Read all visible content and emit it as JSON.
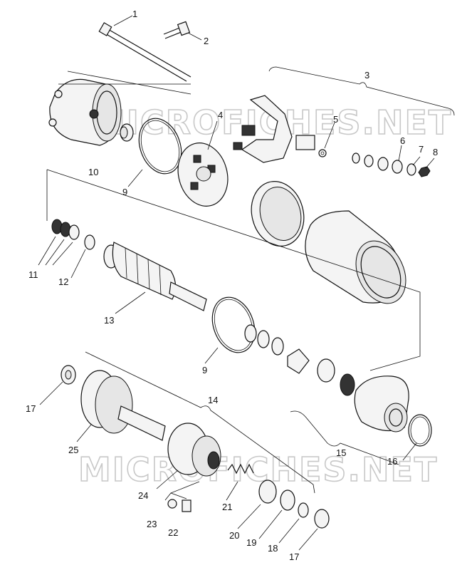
{
  "watermark": {
    "top": "MICROFICHES.NET",
    "bottom": "MICROFICHES.NET"
  },
  "callouts": {
    "c1": "1",
    "c2": "2",
    "c3": "3",
    "c4": "4",
    "c5": "5",
    "c6": "6",
    "c7": "7",
    "c8": "8",
    "c9a": "9",
    "c9b": "9",
    "c10": "10",
    "c11": "11",
    "c12": "12",
    "c13": "13",
    "c14": "14",
    "c15": "15",
    "c16": "16",
    "c17a": "17",
    "c17b": "17",
    "c18": "18",
    "c19": "19",
    "c20": "20",
    "c21": "21",
    "c22": "22",
    "c23": "23",
    "c24": "24",
    "c25": "25"
  }
}
